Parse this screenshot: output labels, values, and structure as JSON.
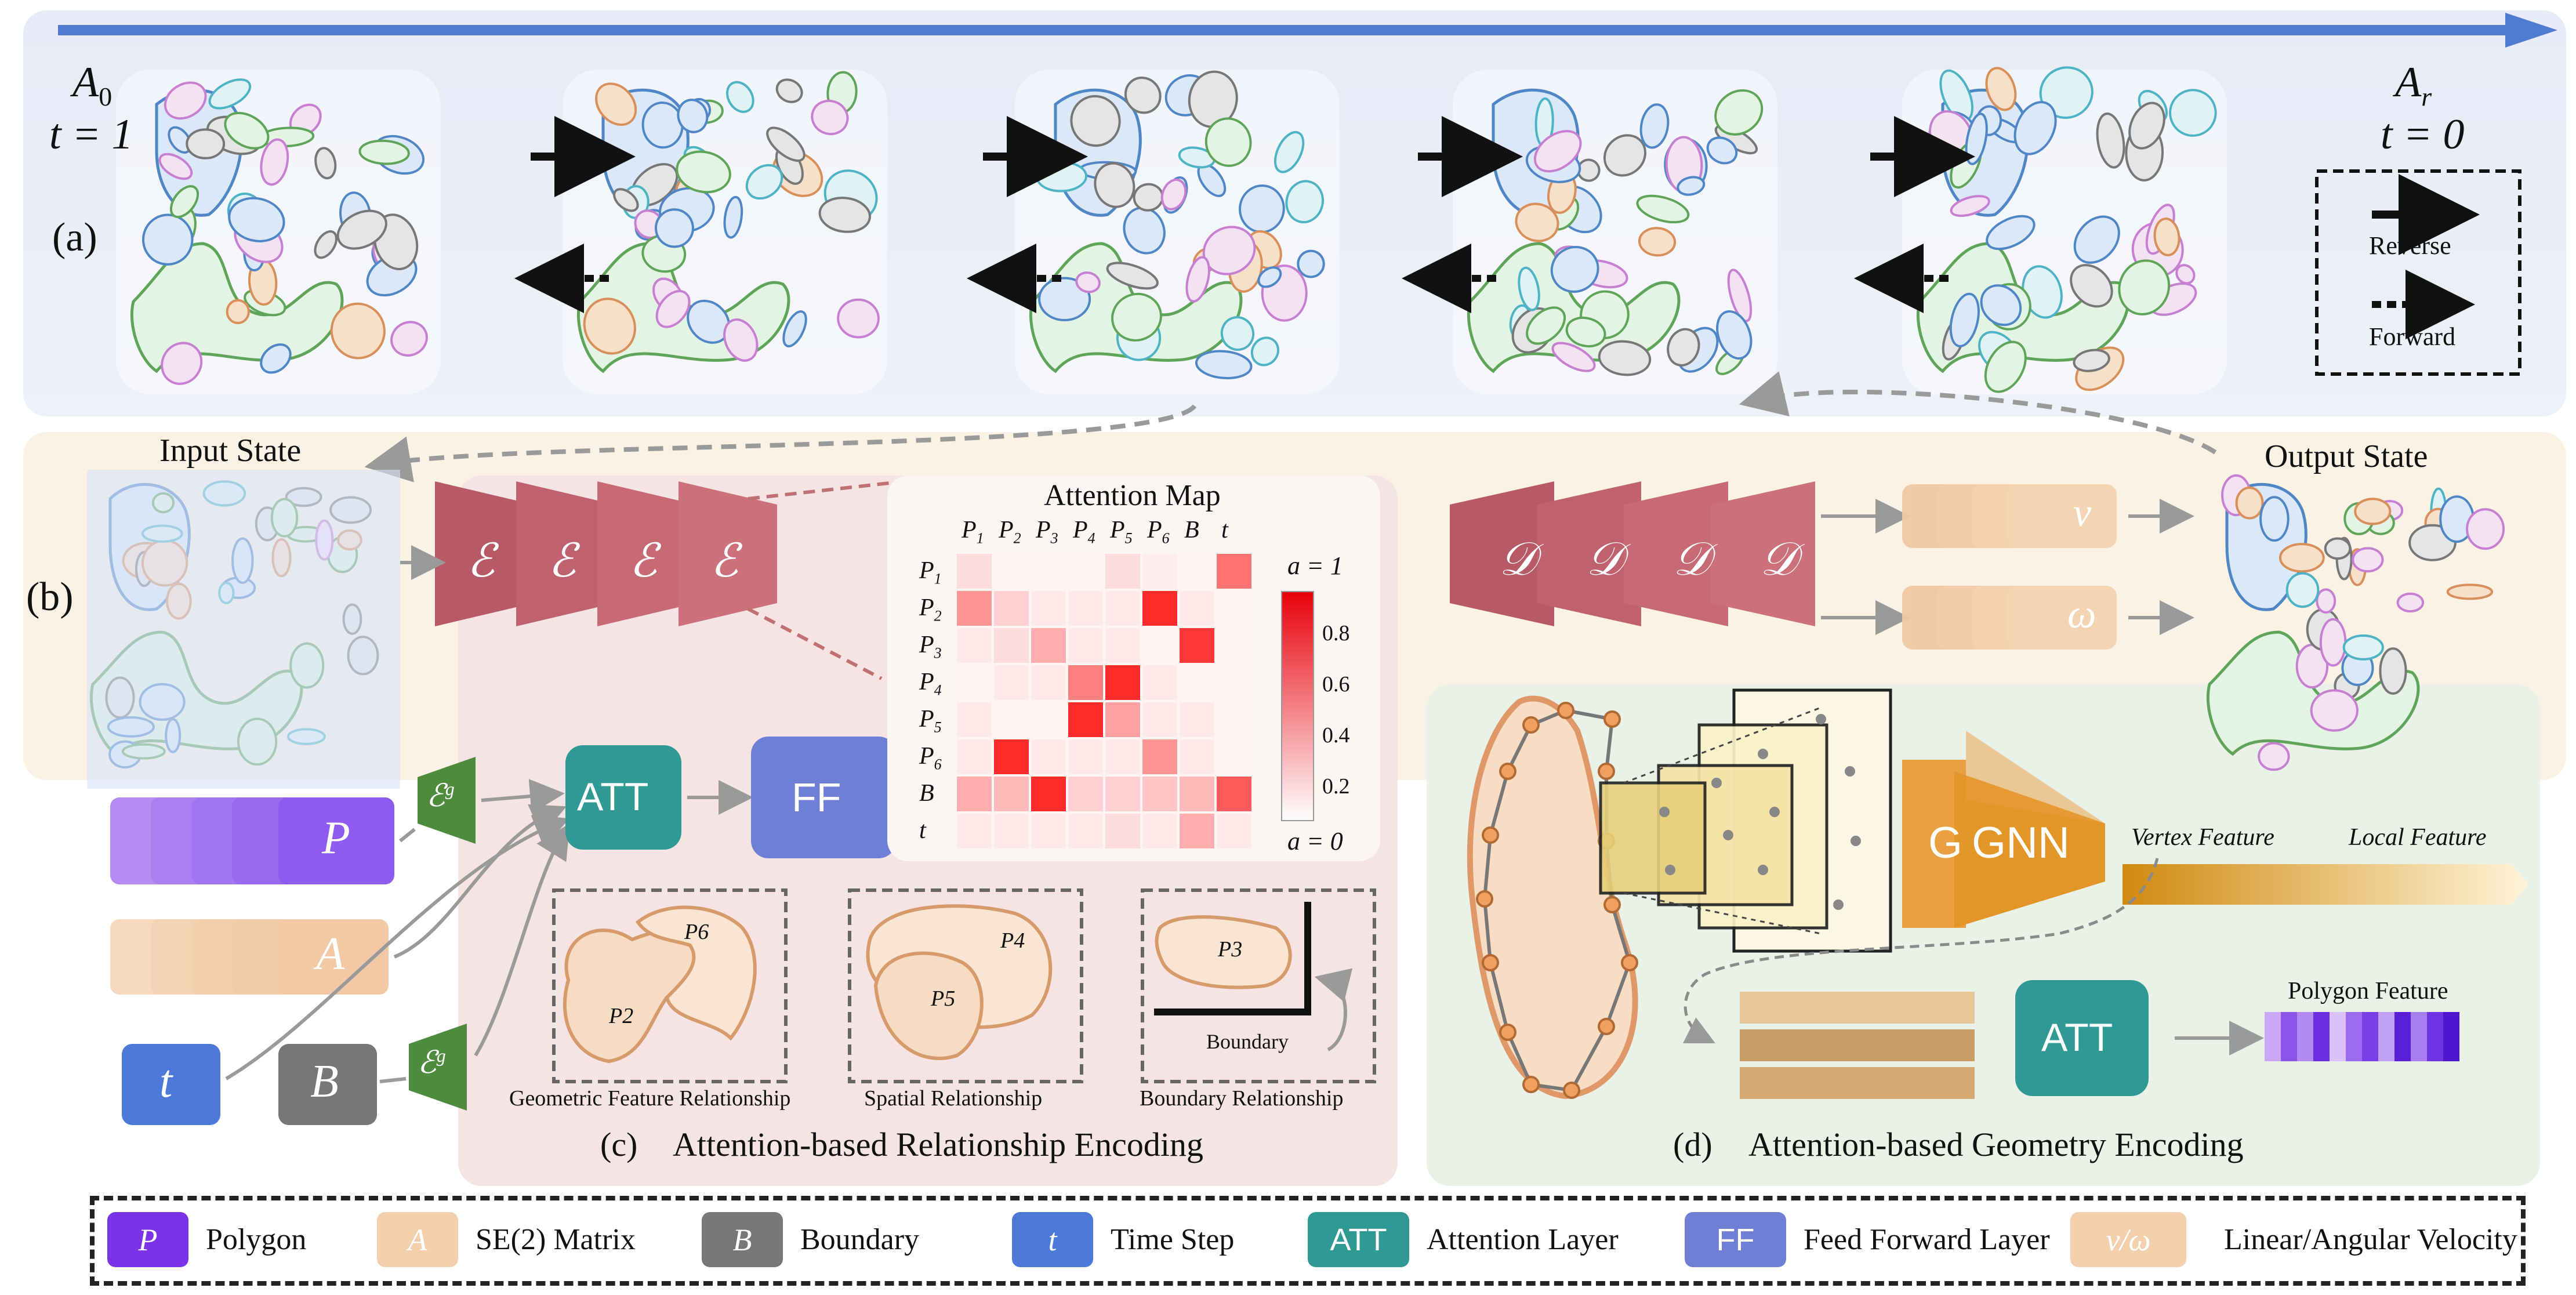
{
  "panel_a": {
    "label": "(a)",
    "start_state": "A",
    "start_state_sub": "0",
    "start_time": "t = 1",
    "end_state": "A",
    "end_state_sub": "r",
    "end_time": "t = 0",
    "legend_reverse": "Reverse",
    "legend_forward": "Forward"
  },
  "panel_b": {
    "label": "(b)",
    "input_state": "Input State",
    "output_state": "Output State",
    "encoder_symbol": "ℰ",
    "decoder_symbol": "𝒟",
    "velocity_v": "v",
    "velocity_w": "ω",
    "input_p": "P",
    "input_a": "A",
    "input_t": "t",
    "input_b": "B",
    "geo_encoder": "ℰ",
    "geo_encoder_sup": "g",
    "att_label": "ATT",
    "ff_label": "FF"
  },
  "attention_map": {
    "title": "Attention Map",
    "col_labels": [
      "P1",
      "P2",
      "P3",
      "P4",
      "P5",
      "P6",
      "B",
      "t"
    ],
    "row_labels": [
      "P1",
      "P2",
      "P3",
      "P4",
      "P5",
      "P6",
      "B",
      "t"
    ],
    "colorbar_top": "a = 1",
    "colorbar_bottom": "a = 0",
    "colorbar_ticks": [
      "0.8",
      "0.6",
      "0.4",
      "0.2"
    ],
    "matrix": [
      [
        0.15,
        0.05,
        0.05,
        0.05,
        0.15,
        0.08,
        0.05,
        0.6
      ],
      [
        0.45,
        0.2,
        0.1,
        0.1,
        0.1,
        0.9,
        0.1,
        0.05
      ],
      [
        0.1,
        0.15,
        0.35,
        0.1,
        0.1,
        0.05,
        0.85,
        0.05
      ],
      [
        0.05,
        0.1,
        0.1,
        0.55,
        0.9,
        0.1,
        0.05,
        0.05
      ],
      [
        0.1,
        0.05,
        0.05,
        0.9,
        0.4,
        0.1,
        0.1,
        0.05
      ],
      [
        0.1,
        0.9,
        0.1,
        0.1,
        0.1,
        0.45,
        0.1,
        0.05
      ],
      [
        0.35,
        0.3,
        0.9,
        0.2,
        0.2,
        0.25,
        0.3,
        0.7
      ],
      [
        0.1,
        0.1,
        0.1,
        0.1,
        0.15,
        0.1,
        0.35,
        0.1
      ]
    ]
  },
  "panel_c": {
    "label": "(c)",
    "title": "Attention-based Relationship Encoding",
    "geo_caption": "Geometric Feature Relationship",
    "spatial_caption": "Spatial Relationship",
    "boundary_caption": "Boundary Relationship",
    "boundary_word": "Boundary",
    "p6": "P6",
    "p2": "P2",
    "p4": "P4",
    "p5": "P5",
    "p3": "P3"
  },
  "panel_d": {
    "label": "(d)",
    "title": "Attention-based Geometry Encoding",
    "gnn_g": "G",
    "gnn_label": "GNN",
    "vertex_feature": "Vertex Feature",
    "local_feature": "Local Feature",
    "att_label": "ATT",
    "polygon_feature": "Polygon Feature"
  },
  "legend": {
    "p_icon": "P",
    "p_text": "Polygon",
    "a_icon": "A",
    "a_text": "SE(2) Matrix",
    "b_icon": "B",
    "b_text": "Boundary",
    "t_icon": "t",
    "t_text": "Time Step",
    "att_icon": "ATT",
    "att_text": "Attention Layer",
    "ff_icon": "FF",
    "ff_text": "Feed Forward Layer",
    "vw_icon": "v/ω",
    "vw_text": "Linear/Angular Velocity"
  },
  "colors": {
    "polygon": "#9b5cf0",
    "se2": "#f2cba8",
    "boundary": "#7a7a7a",
    "time": "#4d79d8",
    "att": "#2f9a94",
    "ff": "#6f7fd6",
    "encoder": "#c0606a",
    "gnn": "#e39528"
  }
}
